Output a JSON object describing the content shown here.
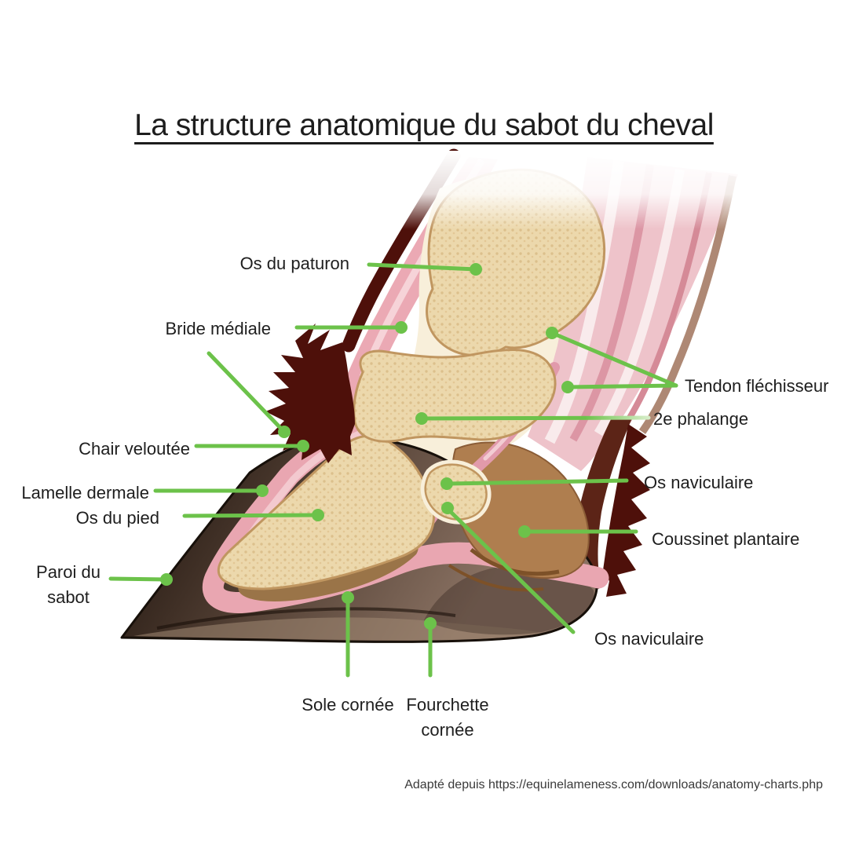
{
  "page": {
    "title": "La structure anatomique du sabot du cheval",
    "credit": "Adapté depuis https://equinelameness.com/downloads/anatomy-charts.php"
  },
  "diagram": {
    "subject": "Coupe sagittale du sabot du cheval",
    "colors": {
      "accent_green": "#6cc24a",
      "bone_beige": "#ecd8ac",
      "bone_outline": "#c09660",
      "corium_pink": "#e9a6b1",
      "tendon_pink": "#eec3ca",
      "cushion_brown": "#af7e4f",
      "hoof_wall_dark": "#3a2a20",
      "hair_maroon": "#4e100a",
      "label_text": "#1e1e1e"
    },
    "labels": [
      {
        "id": "os-du-paturon",
        "text": "Os du paturon"
      },
      {
        "id": "bride-mediale",
        "text": "Bride médiale"
      },
      {
        "id": "tendon-flechisseur",
        "text": "Tendon fléchisseur"
      },
      {
        "id": "deuxieme-phalange",
        "text": "2e phalange"
      },
      {
        "id": "chair-veloutee",
        "text": "Chair veloutée"
      },
      {
        "id": "os-naviculaire-haut",
        "text": "Os naviculaire"
      },
      {
        "id": "lamelle-dermale",
        "text": "Lamelle dermale"
      },
      {
        "id": "os-du-pied",
        "text": "Os du pied"
      },
      {
        "id": "coussinet-plantaire",
        "text": "Coussinet plantaire"
      },
      {
        "id": "paroi-du-sabot",
        "text": "Paroi du sabot"
      },
      {
        "id": "os-naviculaire-bas",
        "text": "Os naviculaire"
      },
      {
        "id": "sole-cornee",
        "text": "Sole cornée"
      },
      {
        "id": "fourchette-cornee",
        "text": "Fourchette cornée"
      }
    ]
  }
}
